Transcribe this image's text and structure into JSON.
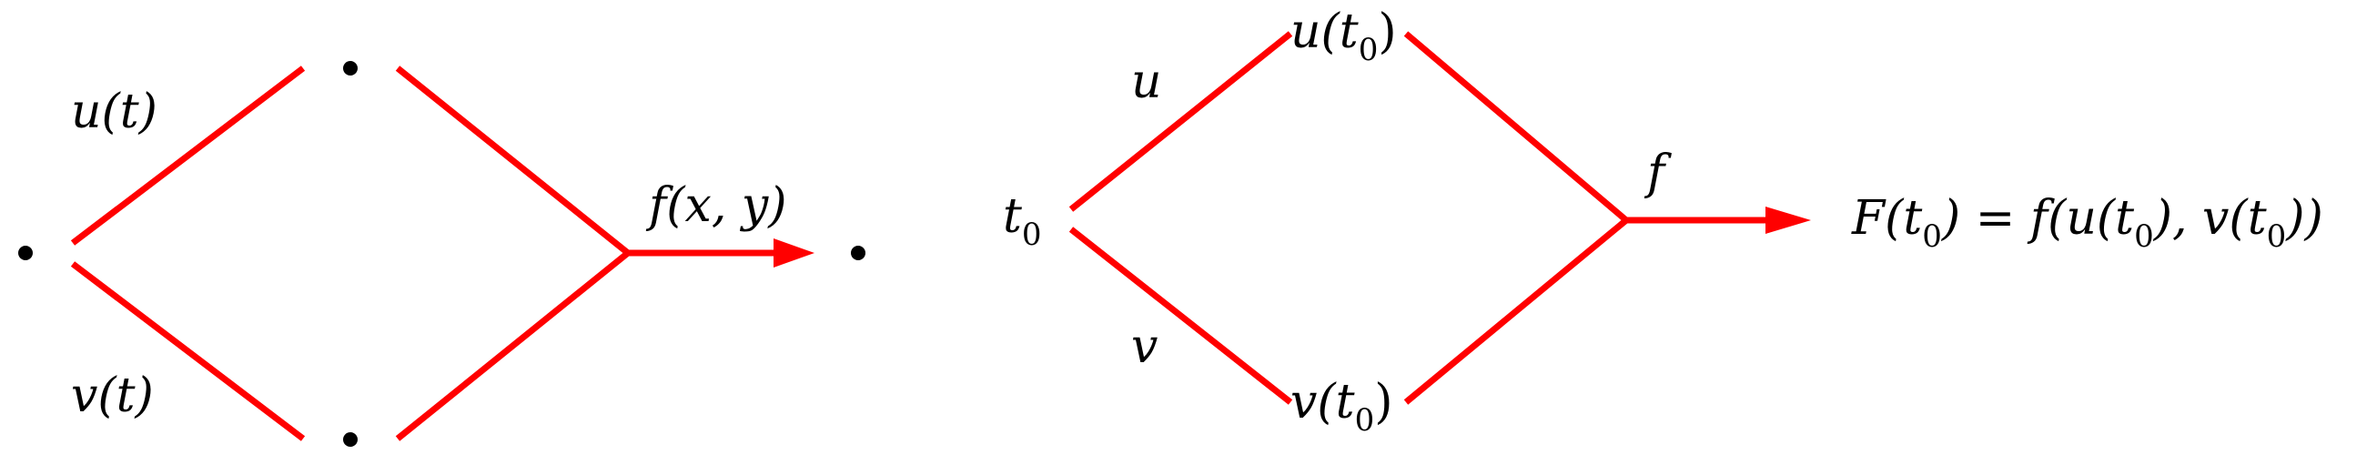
{
  "colors": {
    "edge": "#ff0000",
    "node": "#000000"
  },
  "left_diagram": {
    "top_edge_label": "u(t)",
    "bottom_edge_label": "v(t)",
    "output_label": "f(x, y)"
  },
  "right_diagram": {
    "input_node": {
      "base": "t",
      "sub": "0"
    },
    "top_edge_label": "u",
    "bottom_edge_label": "v",
    "top_node": {
      "pre": "u(",
      "base": "t",
      "sub": "0",
      "post": ")"
    },
    "bottom_node": {
      "pre": "v(",
      "base": "t",
      "sub": "0",
      "post": ")"
    },
    "function_label": "f",
    "result": {
      "p1": "F(",
      "t1": "t",
      "s1": "0",
      "p2": ") = f(u(",
      "t2": "t",
      "s2": "0",
      "p3": "), v(",
      "t3": "t",
      "s3": "0",
      "p4": "))"
    }
  }
}
